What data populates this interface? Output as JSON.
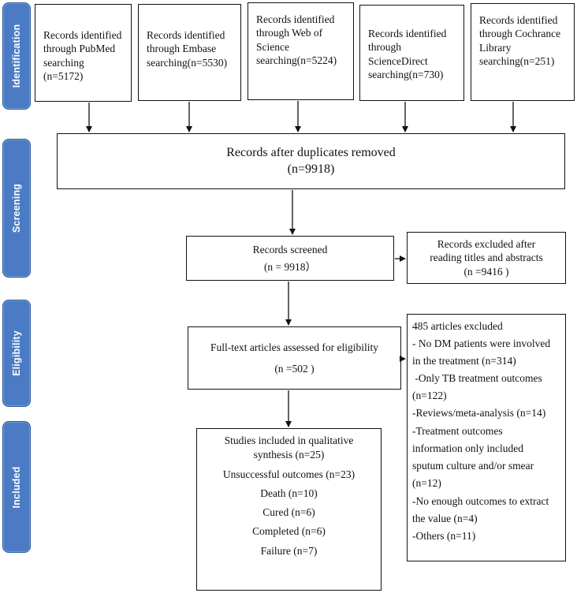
{
  "phases": {
    "identification": "Identification",
    "screening": "Screening",
    "eligibility": "Eligibility",
    "included": "Included"
  },
  "sources": [
    {
      "lines": [
        "Records identified",
        "through PubMed",
        "searching",
        "(n=5172)"
      ]
    },
    {
      "lines": [
        "Records identified",
        "through Embase",
        "searching(n=5530)"
      ]
    },
    {
      "lines": [
        "Records identified",
        "through Web of",
        "Science",
        "searching(n=5224)"
      ]
    },
    {
      "lines": [
        "Records identified",
        "through",
        "ScienceDirect",
        "searching(n=730)"
      ]
    },
    {
      "lines": [
        "Records identified",
        "through Cochrance",
        "Library",
        "searching(n=251)"
      ]
    }
  ],
  "duplicates": {
    "title": "Records after duplicates removed",
    "count": "(n=9918)"
  },
  "screened": {
    "title": "Records screened",
    "count": "(n = 9918）"
  },
  "screen_excluded": {
    "title": "Records excluded after",
    "subtitle": "reading titles and abstracts",
    "count": "(n =9416 )"
  },
  "fulltext": {
    "title": "Full-text articles assessed for eligibility",
    "count": "(n =502 )"
  },
  "fulltext_excluded": {
    "lines": [
      "485 articles excluded",
      "- No DM patients were involved",
      "in the treatment (n=314)",
      " -Only TB treatment outcomes",
      "(n=122)",
      "-Reviews/meta-analysis (n=14)",
      "-Treatment outcomes",
      "information only included",
      "sputum culture and/or smear",
      "(n=12)",
      "-No enough outcomes to extract",
      "the value (n=4)",
      "-Others (n=11)"
    ]
  },
  "included": {
    "lines": [
      "Studies included in qualitative",
      "synthesis (n=25)",
      "Unsuccessful outcomes (n=23)",
      "Death (n=10)",
      "Cured (n=6)",
      "Completed (n=6)",
      "Failure (n=7)"
    ]
  }
}
